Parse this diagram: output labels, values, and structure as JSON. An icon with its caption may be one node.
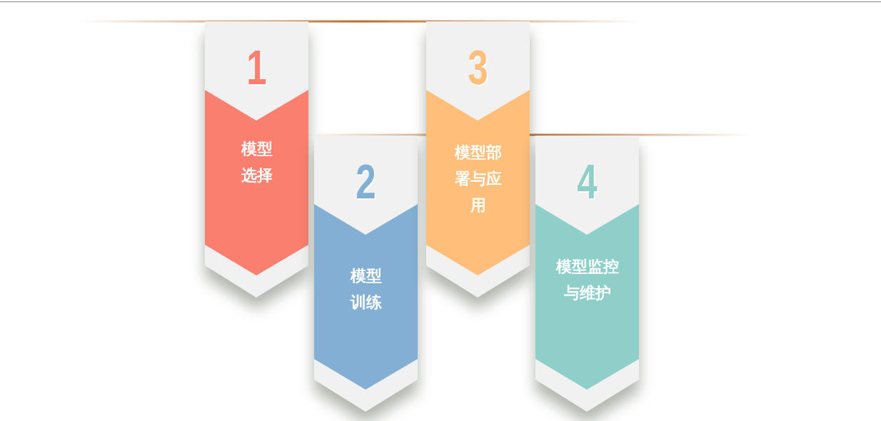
{
  "diagram": {
    "nodes": [
      {
        "text": [
          "1",
          "模型选择"
        ]
      },
      {
        "text": [
          "2",
          "模型训练"
        ]
      },
      {
        "text": [
          "3",
          "模型部署与应用"
        ]
      },
      {
        "text": [
          "4",
          "模型监控与维护"
        ]
      }
    ]
  }
}
